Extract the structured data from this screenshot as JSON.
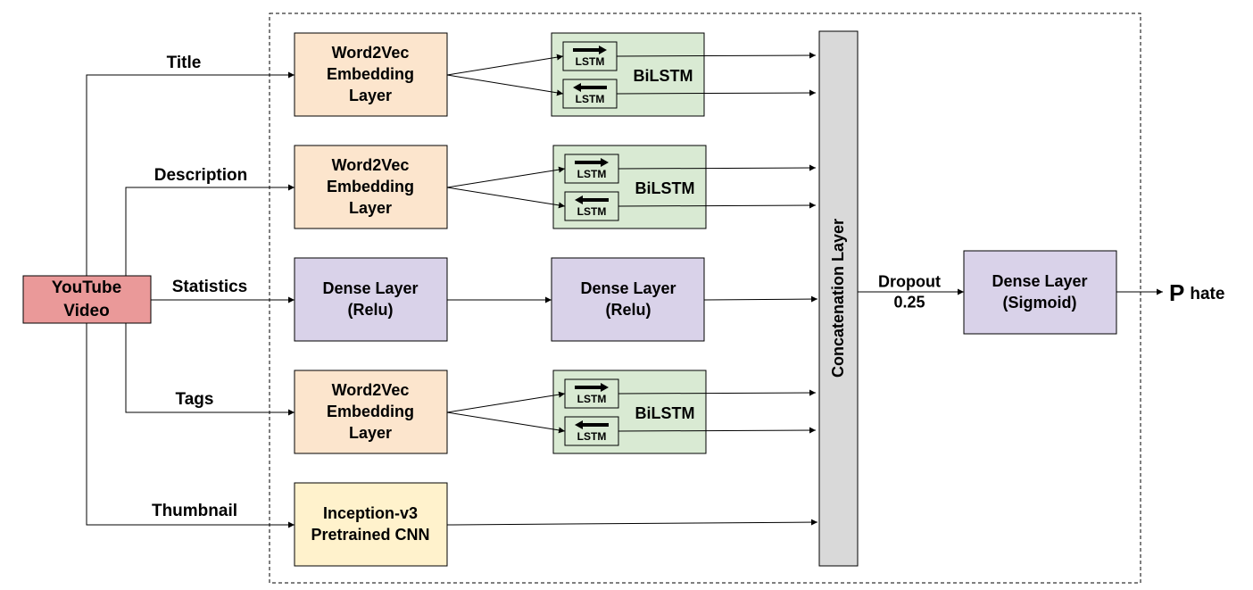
{
  "source": {
    "lines": [
      "YouTube",
      "Video"
    ],
    "color": "#ea9999"
  },
  "inputs": [
    {
      "label": "Title",
      "layer": [
        "Word2Vec",
        "Embedding",
        "Layer"
      ],
      "color": "#fce5cd",
      "branch": "bilstm"
    },
    {
      "label": "Description",
      "layer": [
        "Word2Vec",
        "Embedding",
        "Layer"
      ],
      "color": "#fce5cd",
      "branch": "bilstm"
    },
    {
      "label": "Statistics",
      "layer": [
        "Dense Layer",
        "(Relu)"
      ],
      "color": "#d9d2e9",
      "branch": "dense"
    },
    {
      "label": "Tags",
      "layer": [
        "Word2Vec",
        "Embedding",
        "Layer"
      ],
      "color": "#fce5cd",
      "branch": "bilstm"
    },
    {
      "label": "Thumbnail",
      "layer": [
        "Inception-v3",
        "Pretrained CNN"
      ],
      "color": "#fff2cc",
      "branch": "none"
    }
  ],
  "bilstm": {
    "label": "BiLSTM",
    "cell_label": "LSTM",
    "color": "#d9ead3"
  },
  "second_dense": {
    "lines": [
      "Dense Layer",
      "(Relu)"
    ],
    "color": "#d9d2e9"
  },
  "concat": {
    "label": "Concatenation Layer",
    "color": "#d9d9d9"
  },
  "dropout": {
    "lines": [
      "Dropout",
      "0.25"
    ]
  },
  "output_layer": {
    "lines": [
      "Dense Layer",
      "(Sigmoid)"
    ],
    "color": "#d9d2e9"
  },
  "output": {
    "main": "P",
    "sub": "hate"
  }
}
